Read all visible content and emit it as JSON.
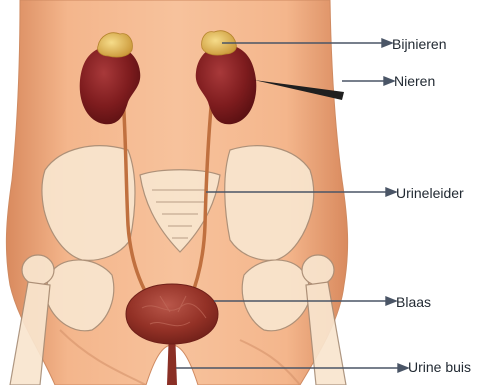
{
  "diagram": {
    "labels": {
      "bijnieren": "Bijnieren",
      "nieren": "Nieren",
      "urineleider": "Urineleider",
      "blaas": "Blaas",
      "urinebuis": "Urine buis"
    },
    "colors": {
      "skin": "#f2b48a",
      "skin_shadow": "#e0966c",
      "kidney": "#7e1c1e",
      "adrenal": "#e2b84e",
      "ureter": "#c0703f",
      "bladder": "#9a3a2e",
      "bone": "#f9e6cf",
      "bone_outline": "#a88e77",
      "leader_line": "#4a5566"
    }
  }
}
